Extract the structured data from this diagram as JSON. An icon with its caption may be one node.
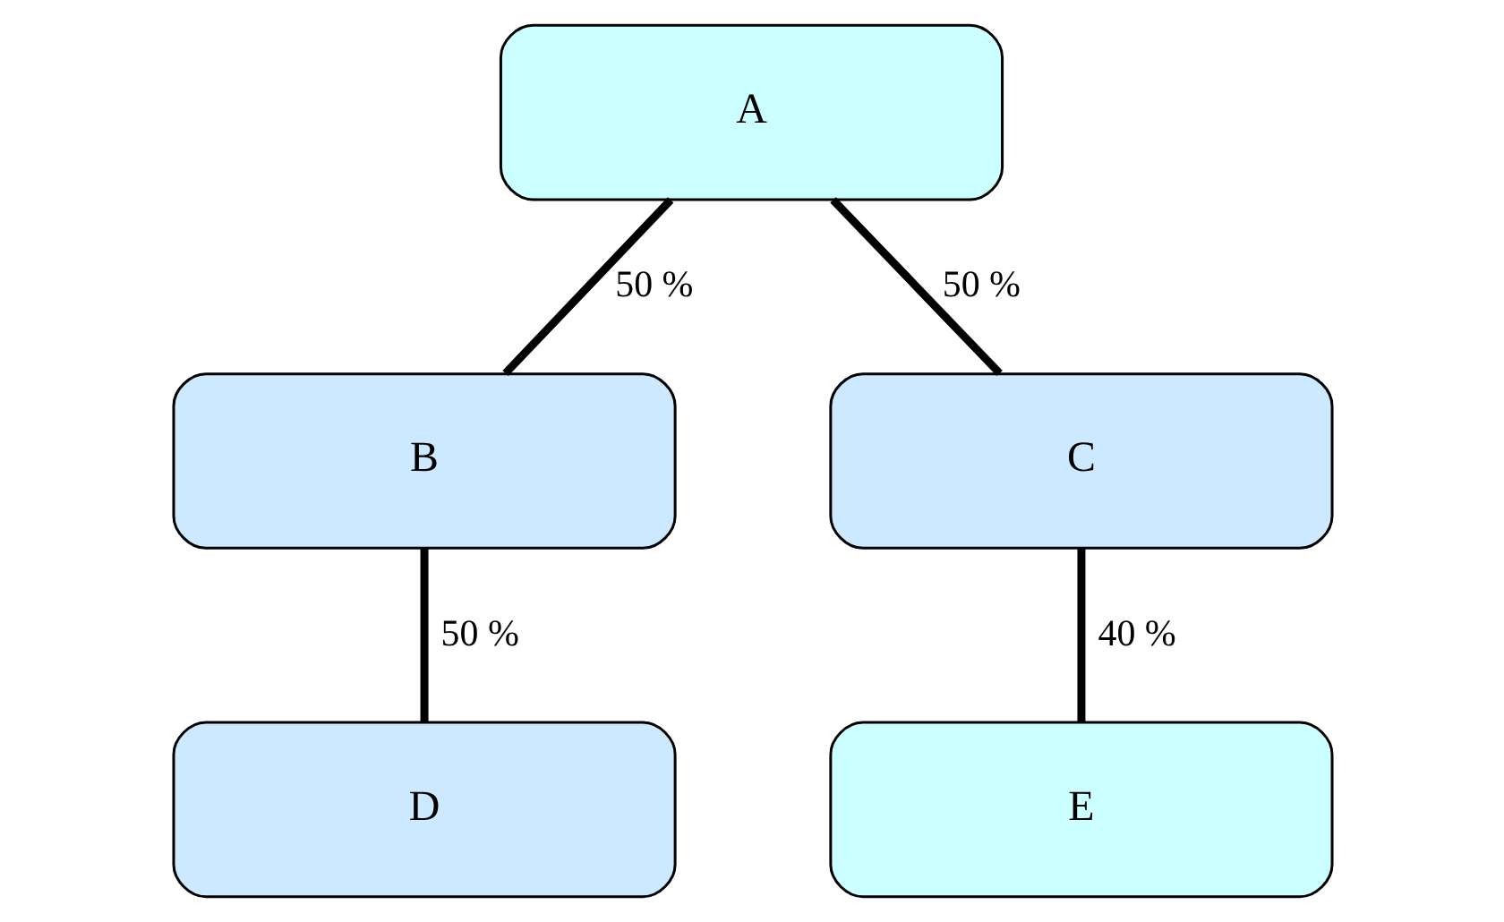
{
  "diagram": {
    "nodes": [
      {
        "text": [
          "A"
        ]
      },
      {
        "text": [
          "B"
        ]
      },
      {
        "text": [
          "C"
        ]
      },
      {
        "text": [
          "D"
        ]
      },
      {
        "text": [
          "E"
        ]
      }
    ],
    "edges": [
      {
        "from": 0,
        "to": 1,
        "arrow": "none",
        "label": "50 %"
      },
      {
        "from": 0,
        "to": 2,
        "arrow": "none",
        "label": "50 %"
      },
      {
        "from": 1,
        "to": 3,
        "arrow": "none",
        "label": "50 %"
      },
      {
        "from": 2,
        "to": 4,
        "arrow": "none",
        "label": "40 %"
      }
    ]
  }
}
